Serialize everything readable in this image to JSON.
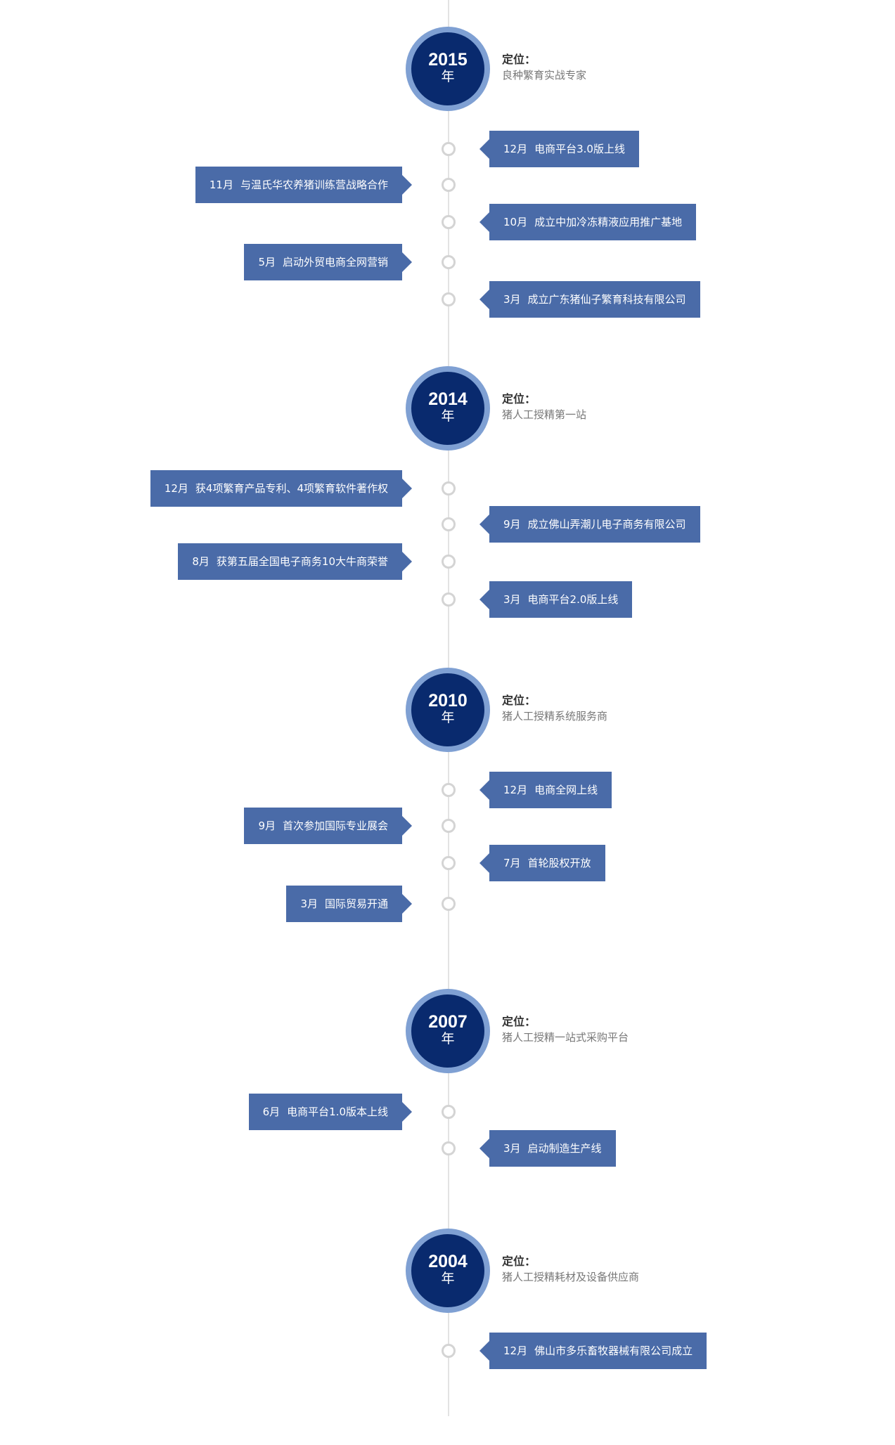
{
  "position_label": "定位：",
  "years": [
    {
      "year": "2015",
      "unit": "年",
      "position": "良种繁育实战专家",
      "events": [
        {
          "side": "right",
          "month": "12月",
          "text": "电商平台3.0版上线"
        },
        {
          "side": "left",
          "month": "11月",
          "text": "与温氏华农养猪训练营战略合作"
        },
        {
          "side": "right",
          "month": "10月",
          "text": "成立中加冷冻精液应用推广基地"
        },
        {
          "side": "left",
          "month": "5月",
          "text": "启动外贸电商全网营销"
        },
        {
          "side": "right",
          "month": "3月",
          "text": "成立广东猪仙子繁育科技有限公司"
        }
      ]
    },
    {
      "year": "2014",
      "unit": "年",
      "position": "猪人工授精第一站",
      "events": [
        {
          "side": "left",
          "month": "12月",
          "text": "获4项繁育产品专利、4项繁育软件著作权"
        },
        {
          "side": "right",
          "month": "9月",
          "text": "成立佛山弄潮儿电子商务有限公司"
        },
        {
          "side": "left",
          "month": "8月",
          "text": "获第五届全国电子商务10大牛商荣誉"
        },
        {
          "side": "right",
          "month": "3月",
          "text": "电商平台2.0版上线"
        }
      ]
    },
    {
      "year": "2010",
      "unit": "年",
      "position": "猪人工授精系统服务商",
      "events": [
        {
          "side": "right",
          "month": "12月",
          "text": "电商全网上线"
        },
        {
          "side": "left",
          "month": "9月",
          "text": "首次参加国际专业展会"
        },
        {
          "side": "right",
          "month": "7月",
          "text": "首轮股权开放"
        },
        {
          "side": "left",
          "month": "3月",
          "text": "国际贸易开通"
        }
      ]
    },
    {
      "year": "2007",
      "unit": "年",
      "position": "猪人工授精一站式采购平台",
      "events": [
        {
          "side": "left",
          "month": "6月",
          "text": "电商平台1.0版本上线"
        },
        {
          "side": "right",
          "month": "3月",
          "text": "启动制造生产线"
        }
      ]
    },
    {
      "year": "2004",
      "unit": "年",
      "position": "猪人工授精耗材及设备供应商",
      "events": [
        {
          "side": "right",
          "month": "12月",
          "text": "佛山市多乐畜牧器械有限公司成立"
        }
      ]
    }
  ]
}
